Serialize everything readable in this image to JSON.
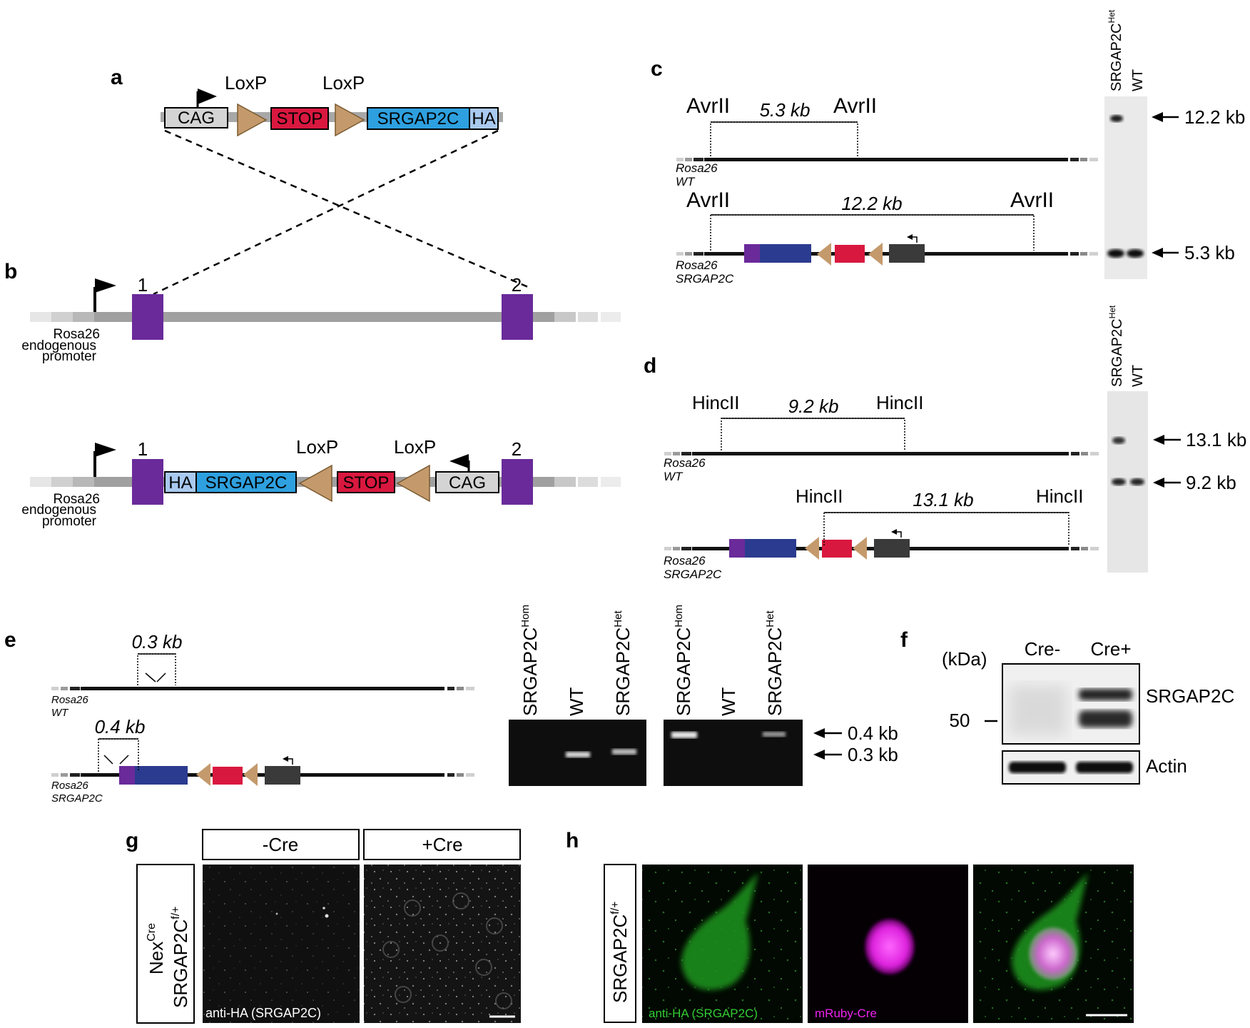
{
  "panels": {
    "a": {
      "letter": "a",
      "loxp_label": "LoxP",
      "boxes": {
        "cag": "CAG",
        "stop": "STOP",
        "srgap2c": "SRGAP2C",
        "ha": "HA"
      }
    },
    "b": {
      "letter": "b",
      "exon1": "1",
      "exon2": "2",
      "promoter_line1": "Rosa26",
      "promoter_line2": "endogenous",
      "promoter_line3": "promoter",
      "boxes": {
        "ha": "HA",
        "srgap2c": "SRGAP2C",
        "stop": "STOP",
        "cag": "CAG"
      },
      "loxp_label": "LoxP"
    },
    "c": {
      "letter": "c",
      "site": "AvrII",
      "wt_size": "5.3 kb",
      "ki_size": "12.2 kb",
      "locus_wt_1": "Rosa26",
      "locus_wt_2": "WT",
      "locus_ki_1": "Rosa26",
      "locus_ki_2": "SRGAP2C",
      "lane1": "SRGAP2C",
      "lane1_sup": "Het",
      "lane2": "WT",
      "band_top": "12.2 kb",
      "band_bottom": "5.3 kb"
    },
    "d": {
      "letter": "d",
      "site": "HincII",
      "wt_size": "9.2 kb",
      "ki_size": "13.1 kb",
      "locus_wt_1": "Rosa26",
      "locus_wt_2": "WT",
      "locus_ki_1": "Rosa26",
      "locus_ki_2": "SRGAP2C",
      "lane1": "SRGAP2C",
      "lane1_sup": "Het",
      "lane2": "WT",
      "band_top": "13.1 kb",
      "band_bottom": "9.2 kb"
    },
    "e": {
      "letter": "e",
      "wt_size": "0.3 kb",
      "ki_size": "0.4 kb",
      "locus_wt_1": "Rosa26",
      "locus_wt_2": "WT",
      "locus_ki_1": "Rosa26",
      "locus_ki_2": "SRGAP2C",
      "lane_hom": "SRGAP2C",
      "lane_hom_sup": "Hom",
      "lane_wt": "WT",
      "lane_het": "SRGAP2C",
      "lane_het_sup": "Het",
      "band_top": "0.4 kb",
      "band_bottom": "0.3 kb"
    },
    "f": {
      "letter": "f",
      "unit": "(kDa)",
      "lane1": "Cre-",
      "lane2": "Cre+",
      "marker": "50",
      "band1": "SRGAP2C",
      "band2": "Actin"
    },
    "g": {
      "letter": "g",
      "col1": "-Cre",
      "col2": "+Cre",
      "row_line1": "Nex",
      "row_line1_sup": "Cre",
      "row_line2": "SRGAP2C",
      "row_line2_sup": "f/+",
      "caption": "anti-HA (SRGAP2C)"
    },
    "h": {
      "letter": "h",
      "row": "SRGAP2C",
      "row_sup": "f/+",
      "caption_green": "anti-HA (SRGAP2C)",
      "caption_magenta": "mRuby-Cre"
    }
  },
  "colors": {
    "cag_box": "#d4d4d4",
    "stop_box": "#d9183f",
    "srgap2c_box": "#2ea0df",
    "ha_box": "#a9c9ef",
    "loxp": "#c49a6c",
    "exon": "#6a2a9a",
    "rosa_blue": "#2b3b8f",
    "promoter_dark": "#3a3a3a",
    "green_stain": "#33cc33",
    "magenta_stain": "#ee22ee"
  }
}
